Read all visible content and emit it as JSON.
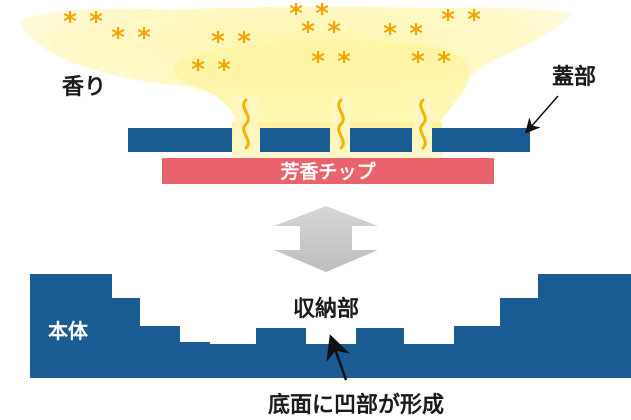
{
  "labels": {
    "fragrance": "香り",
    "lid": "蓋部",
    "chip": "芳香チップ",
    "body": "本体",
    "storage": "収納部",
    "bottom_recess": "底面に凹部が形成"
  },
  "colors": {
    "navy": "#1b5b94",
    "chip_red": "#e8636b",
    "glow_yellow": "#fff3a6",
    "star": "#f2a400",
    "arrow_gray": "#c8c8c8",
    "wave": "#f1b400"
  },
  "icons": {
    "stars": "asterisk",
    "scent_waves": "wavy-line",
    "pointer": "thin-arrow"
  }
}
